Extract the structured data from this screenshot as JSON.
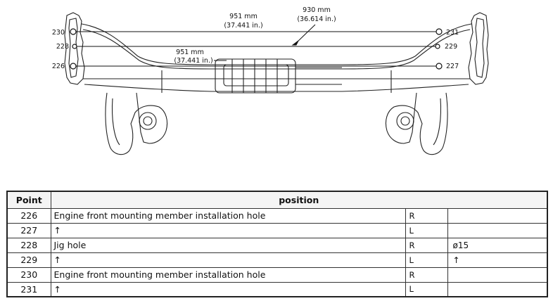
{
  "diagram": {
    "dim_top": {
      "mm": "951 mm",
      "in": "(37.441 in.)"
    },
    "dim_diag": {
      "mm": "930 mm",
      "in": "(36.614 in.)"
    },
    "dim_low": {
      "mm": "951 mm",
      "in": "(37.441 in.)"
    },
    "left_points": [
      "230",
      "228",
      "226"
    ],
    "right_points": [
      "231",
      "229",
      "227"
    ]
  },
  "table": {
    "headers": {
      "point": "Point",
      "position": "position"
    },
    "rows": [
      {
        "point": "226",
        "desc": "Engine front mounting member installation hole",
        "side": "R",
        "note": ""
      },
      {
        "point": "227",
        "desc": "↑",
        "side": "L",
        "note": ""
      },
      {
        "point": "228",
        "desc": "Jig hole",
        "side": "R",
        "note": "ø15"
      },
      {
        "point": "229",
        "desc": "↑",
        "side": "L",
        "note": "↑"
      },
      {
        "point": "230",
        "desc": "Engine front mounting member installation hole",
        "side": "R",
        "note": ""
      },
      {
        "point": "231",
        "desc": "↑",
        "side": "L",
        "note": ""
      }
    ]
  }
}
